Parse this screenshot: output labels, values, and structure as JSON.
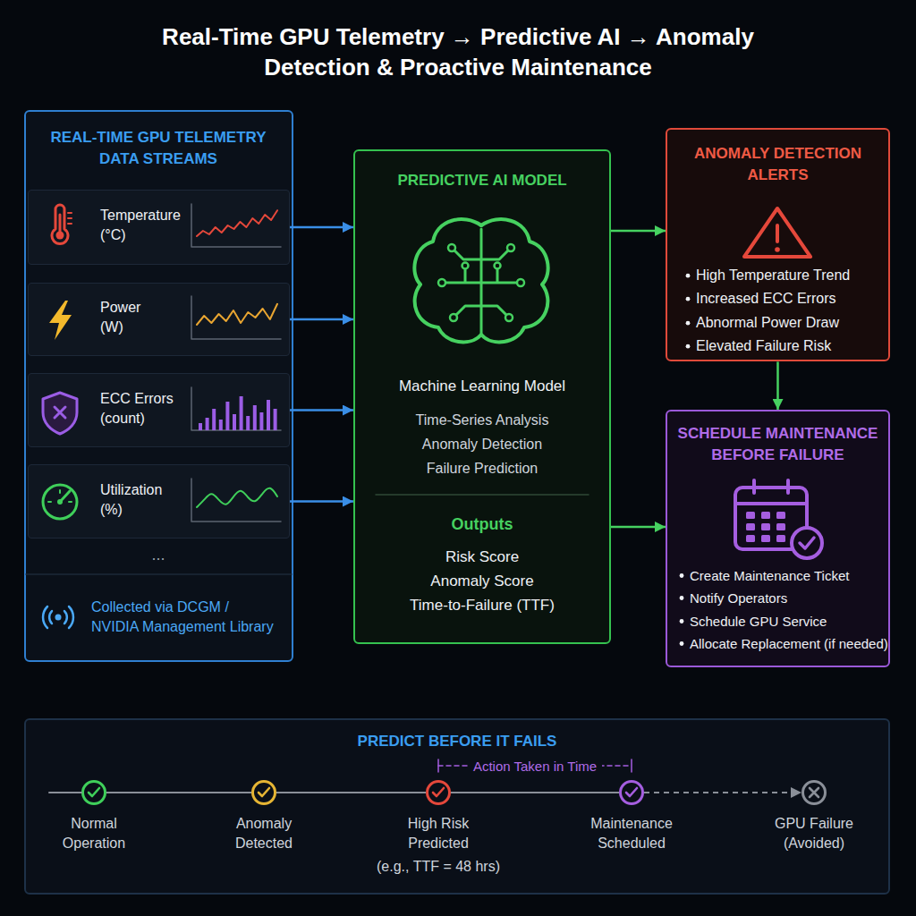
{
  "diagram": {
    "title": "Real-Time GPU Telemetry → Predictive AI → Anomaly Detection & Proactive Maintenance",
    "nodes": [
      {
        "text": [
          "REAL-TIME GPU TELEMETRY DATA STREAMS",
          "Collected via DCGM / NVIDIA Management Library"
        ]
      },
      {
        "text": [
          "Temperature (°C)"
        ],
        "in": 0
      },
      {
        "text": [
          "Power (W)"
        ],
        "in": 0
      },
      {
        "text": [
          "ECC Errors (count)"
        ],
        "in": 0
      },
      {
        "text": [
          "Utilization (%)"
        ],
        "in": 0
      },
      {
        "text": [
          "PREDICTIVE AI MODEL",
          "Machine Learning Model",
          "Time-Series Analysis",
          "Anomaly Detection",
          "Failure Prediction",
          "Outputs",
          "Risk Score",
          "Anomaly Score",
          "Time-to-Failure (TTF)"
        ]
      },
      {
        "text": [
          "ANOMALY DETECTION ALERTS",
          "High Temperature Trend",
          "Increased ECC Errors",
          "Abnormal Power Draw",
          "Elevated Failure Risk"
        ]
      },
      {
        "text": [
          "SCHEDULE MAINTENANCE BEFORE FAILURE",
          "Create Maintenance Ticket",
          "Notify Operators",
          "Schedule GPU Service",
          "Allocate Replacement (if needed)"
        ]
      },
      {
        "text": [
          "PREDICT BEFORE IT FAILS"
        ]
      },
      {
        "text": [
          "Normal Operation"
        ],
        "in": 8
      },
      {
        "text": [
          "Anomaly Detected"
        ],
        "in": 8
      },
      {
        "text": [
          "High Risk Predicted",
          "(e.g., TTF = 48 hrs)"
        ],
        "in": 8
      },
      {
        "text": [
          "Maintenance Scheduled"
        ],
        "in": 8
      },
      {
        "text": [
          "GPU Failure (Avoided)"
        ],
        "in": 8
      }
    ],
    "edges": [
      {
        "from": 1,
        "to": 5,
        "arrow": "to"
      },
      {
        "from": 2,
        "to": 5,
        "arrow": "to"
      },
      {
        "from": 3,
        "to": 5,
        "arrow": "to"
      },
      {
        "from": 4,
        "to": 5,
        "arrow": "to"
      },
      {
        "from": 5,
        "to": 6,
        "arrow": "to"
      },
      {
        "from": 5,
        "to": 7,
        "arrow": "to"
      },
      {
        "from": 6,
        "to": 7,
        "arrow": "to"
      },
      {
        "from": 9,
        "to": 10,
        "arrow": "none"
      },
      {
        "from": 10,
        "to": 11,
        "arrow": "none"
      },
      {
        "from": 11,
        "to": 12,
        "arrow": "none"
      },
      {
        "from": 12,
        "to": 13,
        "arrow": "to"
      }
    ],
    "labels": [
      "...",
      "Action Taken in Time"
    ]
  }
}
